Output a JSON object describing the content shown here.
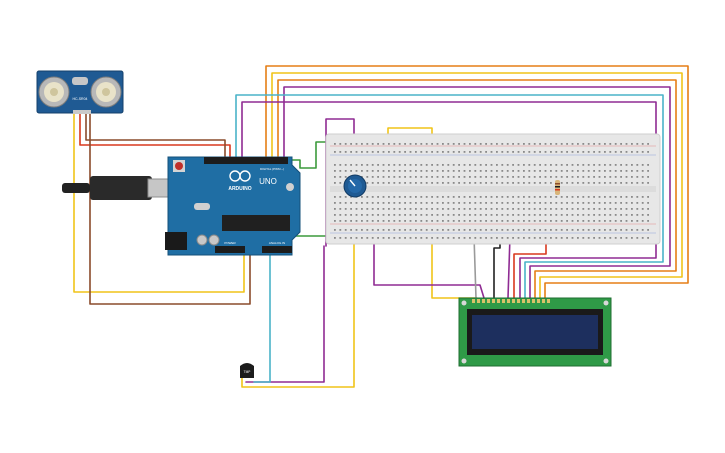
{
  "canvas": {
    "background": "#ffffff"
  },
  "components": {
    "ultrasonic_sensor": {
      "icon": "ultrasonic-sensor-icon",
      "label": "HC-SR04"
    },
    "arduino": {
      "icon": "arduino-uno-icon",
      "logo_text": "ARDUINO",
      "model_text": "UNO",
      "digital_header": "DIGITAL (PWM ~)",
      "power_header": "POWER",
      "analog_header": "ANALOG IN",
      "board_color": "#1f6ea4"
    },
    "breadboard": {
      "icon": "breadboard-icon",
      "color": "#e7e7e7"
    },
    "potentiometer": {
      "icon": "potentiometer-icon"
    },
    "resistor": {
      "icon": "resistor-icon"
    },
    "lcd": {
      "icon": "lcd-16x2-icon",
      "board_color": "#2f9a47",
      "screen_color": "#1d2f5e"
    },
    "temperature_sensor": {
      "icon": "temperature-sensor-icon",
      "label": "TMP"
    }
  },
  "wire_colors": {
    "red": "#d9381e",
    "orange": "#e57e16",
    "yellow": "#f0c419",
    "purple": "#8f2b93",
    "cyan": "#4ab3c8",
    "green": "#3c9a3c",
    "brown": "#8a4b2b",
    "black": "#222222",
    "gray": "#9a9a9a"
  }
}
